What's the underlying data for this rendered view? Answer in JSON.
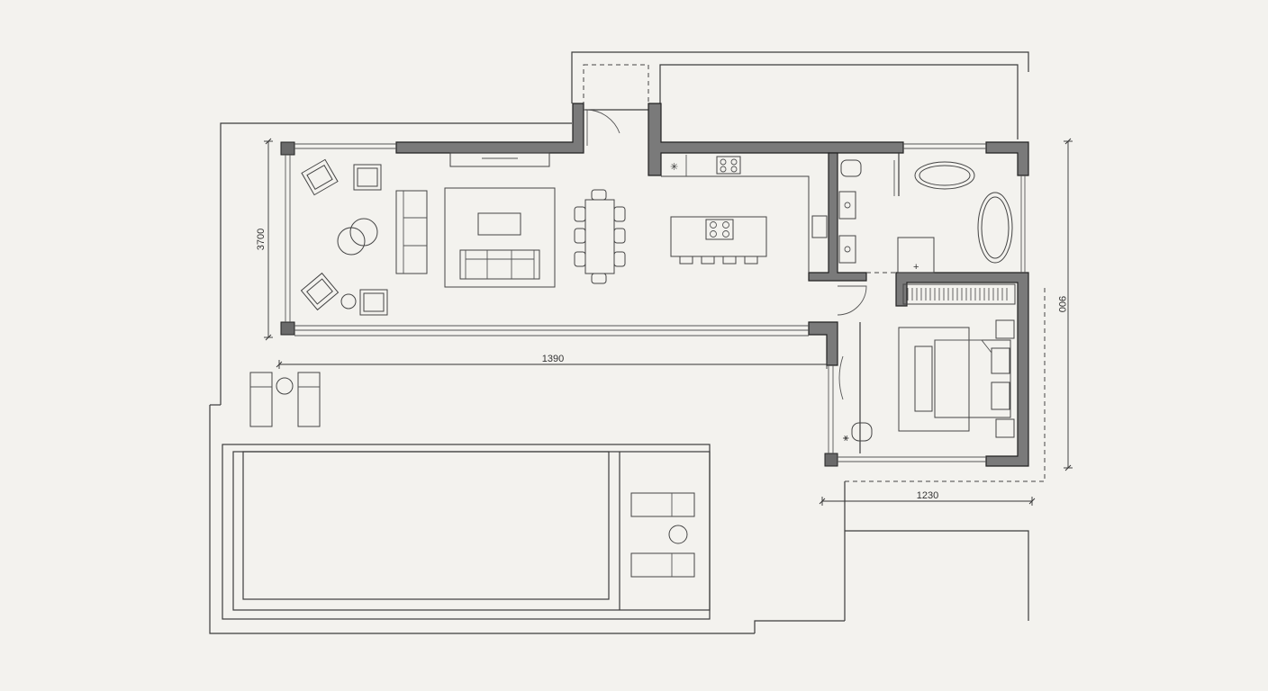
{
  "dimensions": {
    "living_width": "1390",
    "living_depth": "3700",
    "bedroom_width": "1230",
    "bedroom_depth": "900"
  },
  "colors": {
    "paper": "#f3f2ee",
    "wall_fill": "#7a7a7a",
    "line": "#3c3c3c"
  }
}
